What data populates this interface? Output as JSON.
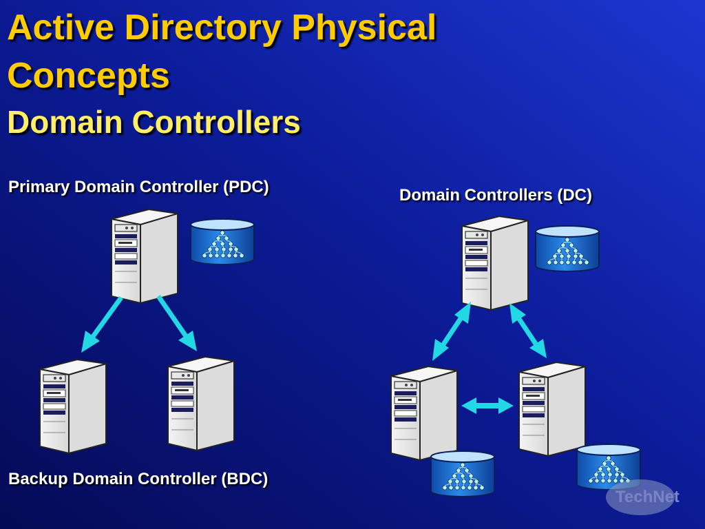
{
  "slide": {
    "title_line1": "Active Directory Physical",
    "title_line2": "Concepts",
    "subtitle": "Domain Controllers"
  },
  "left_diagram": {
    "top_label": "Primary Domain Controller (PDC)",
    "bottom_label": "Backup Domain Controller (BDC)"
  },
  "right_diagram": {
    "label": "Domain Controllers (DC)"
  },
  "watermark": "TechNet",
  "colors": {
    "background_dark": "#061070",
    "background_light": "#1a32c8",
    "title": "#ffcc00",
    "subtitle": "#ffee66",
    "arrow": "#22d8e4",
    "database": "#1e6fd0"
  }
}
